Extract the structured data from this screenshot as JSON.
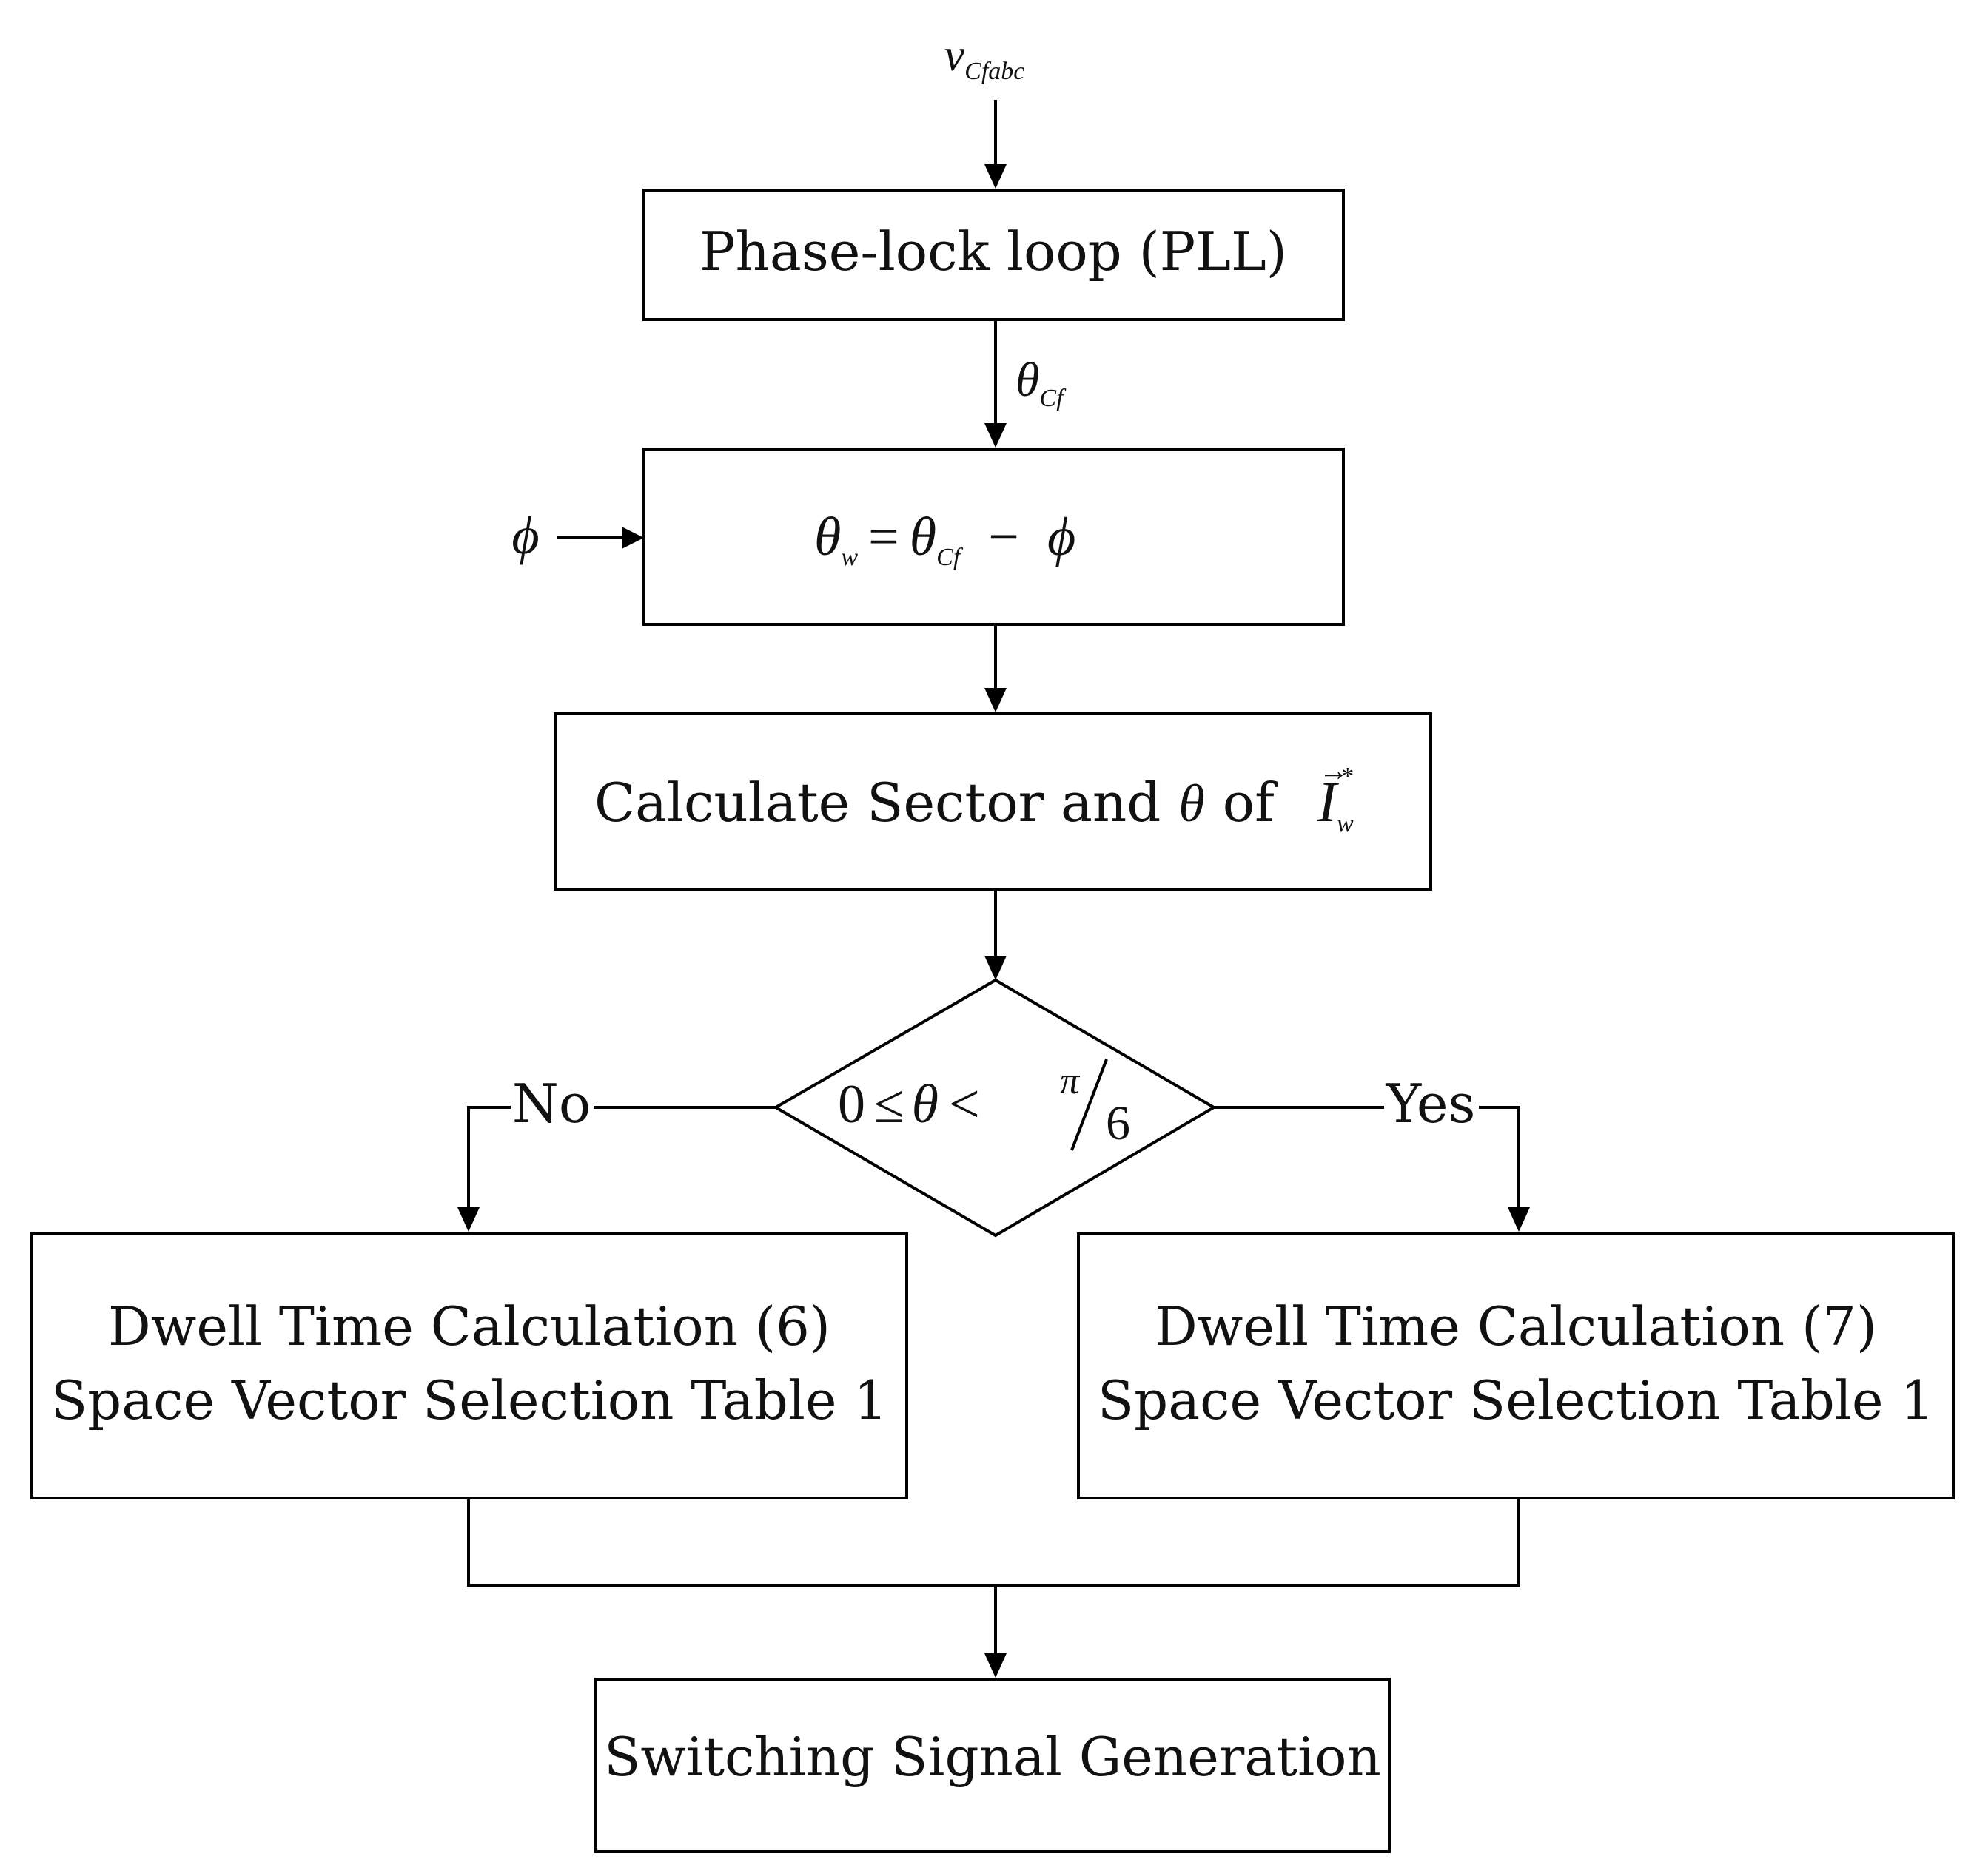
{
  "input_signal": {
    "base": "v",
    "sub": "Cfabc"
  },
  "pll": {
    "label": "Phase-lock loop (PLL)"
  },
  "pll_output": {
    "base": "θ",
    "sub": "Cf"
  },
  "phase_offset": {
    "symbol": "ϕ"
  },
  "angle_box": {
    "lhs_base": "θ",
    "lhs_sub": "w",
    "equals": "=",
    "rhs_base": "θ",
    "rhs_sub": "Cf",
    "minus": "−",
    "rhs_term": "ϕ"
  },
  "sector_box": {
    "text": "Calculate Sector and",
    "theta": "θ",
    "of": "of",
    "vector_base": "I",
    "vector_sub": "w",
    "vector_sup": "*",
    "vector_arrow": "→"
  },
  "decision": {
    "lhs": "0",
    "le": "≤",
    "theta": "θ",
    "lt": "<",
    "numerator": "π",
    "denominator": "6"
  },
  "branches": {
    "no_label": "No",
    "yes_label": "Yes"
  },
  "left_box": {
    "line1": "Dwell Time Calculation (6)",
    "line2": "Space Vector Selection Table 1"
  },
  "right_box": {
    "line1": "Dwell Time Calculation (7)",
    "line2": "Space Vector Selection Table 1"
  },
  "output_box": {
    "label": "Switching Signal Generation"
  }
}
